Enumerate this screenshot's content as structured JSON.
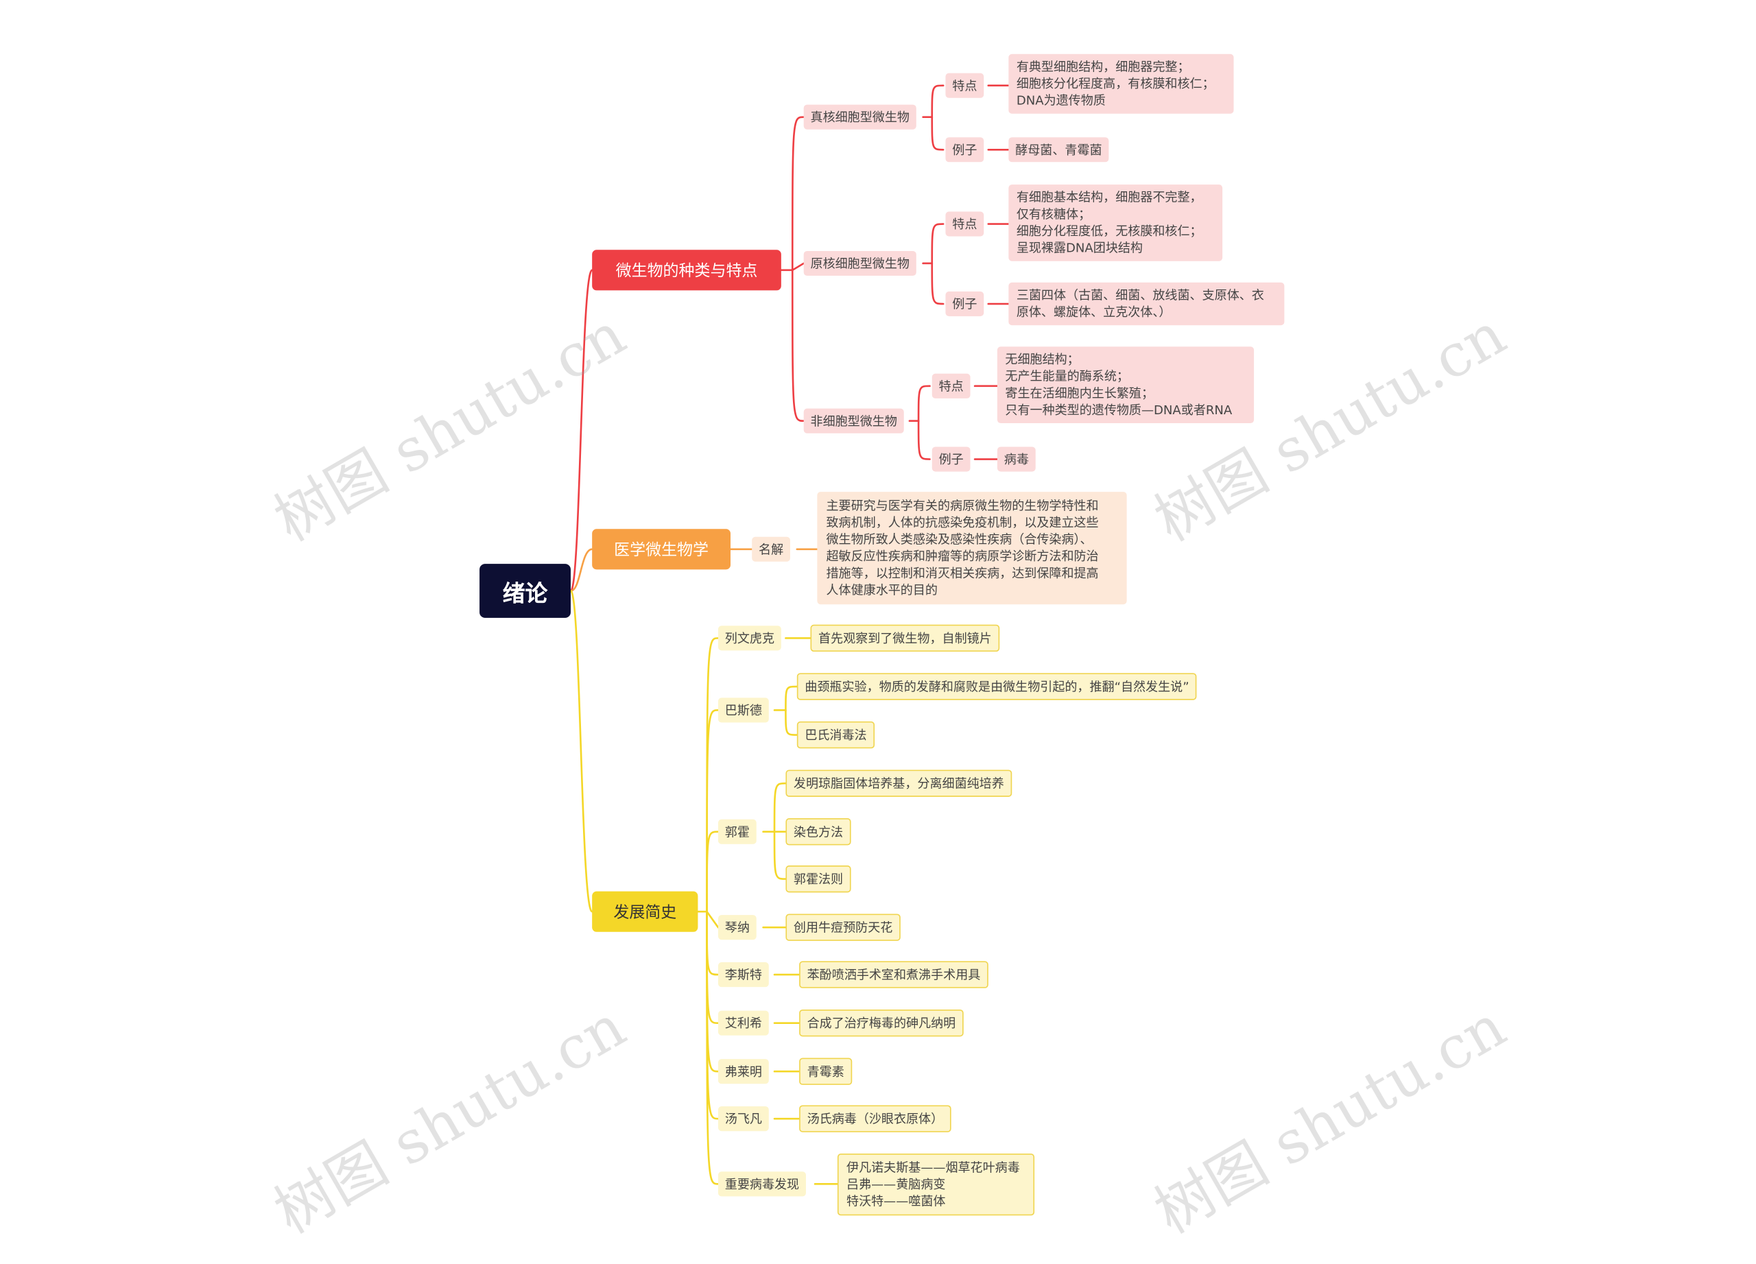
{
  "root": "绪论",
  "branches": {
    "types": {
      "label": "微生物的种类与特点",
      "eukaryotic": {
        "label": "真核细胞型微生物",
        "feature_label": "特点",
        "feature": "有典型细胞结构，细胞器完整；\n细胞核分化程度高，有核膜和核仁；\nDNA为遗传物质",
        "example_label": "例子",
        "example": "酵母菌、青霉菌"
      },
      "prokaryotic": {
        "label": "原核细胞型微生物",
        "feature_label": "特点",
        "feature": "有细胞基本结构，细胞器不完整，\n仅有核糖体；\n细胞分化程度低，无核膜和核仁；\n呈现裸露DNA团块结构",
        "example_label": "例子",
        "example": "三菌四体（古菌、细菌、放线菌、支原体、衣\n原体、螺旋体、立克次体、）"
      },
      "acellular": {
        "label": "非细胞型微生物",
        "feature_label": "特点",
        "feature": "无细胞结构；\n无产生能量的酶系统；\n寄生在活细胞内生长繁殖；\n只有一种类型的遗传物质—DNA或者RNA",
        "example_label": "例子",
        "example": "病毒"
      }
    },
    "medical": {
      "label": "医学微生物学",
      "term_label": "名解",
      "definition": "主要研究与医学有关的病原微生物的生物学特性和\n致病机制，人体的抗感染免疫机制，以及建立这些\n微生物所致人类感染及感染性疾病（合传染病）、\n超敏反应性疾病和肿瘤等的病原学诊断方法和防治\n措施等，以控制和消灭相关疾病，达到保障和提高\n人体健康水平的目的"
    },
    "history": {
      "label": "发展简史",
      "leeuwenhoek": {
        "name": "列文虎克",
        "items": [
          "首先观察到了微生物，自制镜片"
        ]
      },
      "pasteur": {
        "name": "巴斯德",
        "items": [
          "曲颈瓶实验，物质的发酵和腐败是由微生物引起的，推翻“自然发生说”",
          "巴氏消毒法"
        ]
      },
      "koch": {
        "name": "郭霍",
        "items": [
          "发明琼脂固体培养基，分离细菌纯培养",
          "染色方法",
          "郭霍法则"
        ]
      },
      "jenner": {
        "name": "琴纳",
        "items": [
          "创用牛痘预防天花"
        ]
      },
      "lister": {
        "name": "李斯特",
        "items": [
          "苯酚喷洒手术室和煮沸手术用具"
        ]
      },
      "ehrlich": {
        "name": "艾利希",
        "items": [
          "合成了治疗梅毒的砷凡纳明"
        ]
      },
      "fleming": {
        "name": "弗莱明",
        "items": [
          "青霉素"
        ]
      },
      "tang": {
        "name": "汤飞凡",
        "items": [
          "汤氏病毒（沙眼衣原体）"
        ]
      },
      "virus": {
        "name": "重要病毒发现",
        "items": [
          "伊凡诺夫斯基——烟草花叶病毒\n吕弗——黄脑病变\n特沃特——噬菌体"
        ]
      }
    }
  },
  "watermark": "树图 shutu.cn",
  "colors": {
    "red": "#ee3f44",
    "orange": "#f7a044",
    "yellow": "#f4d728",
    "root": "#0d0f33"
  }
}
